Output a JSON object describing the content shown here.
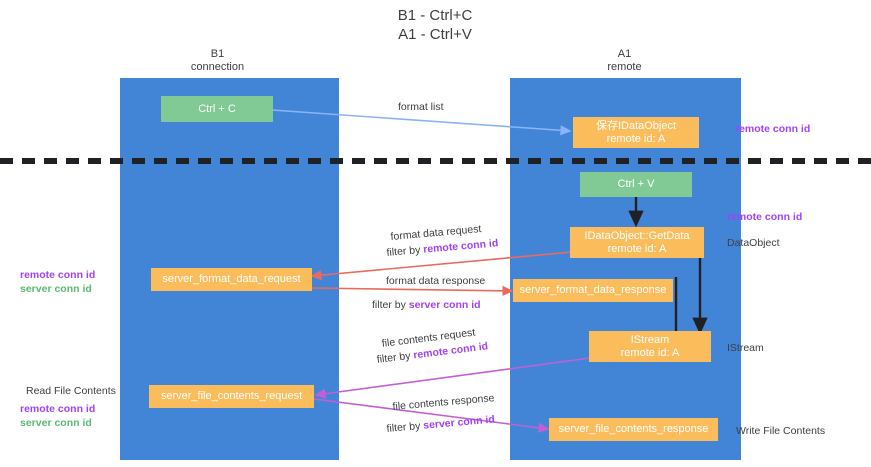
{
  "title": {
    "line1": "B1 - Ctrl+C",
    "line2": "A1 - Ctrl+V"
  },
  "lanes": [
    {
      "name": "B1",
      "sub": "connection",
      "color": "#4285d6"
    },
    {
      "name": "A1",
      "sub": "remote",
      "color": "#4285d6"
    }
  ],
  "boxes": {
    "ctrl_c": {
      "line1": "Ctrl + C",
      "color": "#81c995"
    },
    "save_idataobject": {
      "line1": "保存IDataObject",
      "line2": "remote id: A",
      "color": "#fbbc5c"
    },
    "ctrl_v": {
      "line1": "Ctrl + V",
      "color": "#81c995"
    },
    "getdata": {
      "line1": "IDataObject::GetData",
      "line2": "remote id: A",
      "color": "#fbbc5c"
    },
    "server_format_data_request": {
      "line1": "server_format_data_request",
      "color": "#fbbc5c"
    },
    "server_format_data_response": {
      "line1": "server_format_data_response",
      "color": "#fbbc5c"
    },
    "istream": {
      "line1": "IStream",
      "line2": "remote id: A",
      "color": "#fbbc5c"
    },
    "server_file_contents_request": {
      "line1": "server_file_contents_request",
      "color": "#fbbc5c"
    },
    "server_file_contents_response": {
      "line1": "server_file_contents_response",
      "color": "#fbbc5c"
    }
  },
  "edge_labels": {
    "format_list": "format list",
    "format_data_request": "format data request",
    "format_data_request_filter_pre": "filter by ",
    "format_data_request_filter_key": "remote conn id",
    "format_data_response": "format data response",
    "format_data_response_filter_pre": "filter by ",
    "format_data_response_filter_key": "server conn id",
    "file_contents_request": "file contents request",
    "file_contents_request_filter_pre": "filter by ",
    "file_contents_request_filter_key": "remote conn id",
    "file_contents_response": "file contents response",
    "file_contents_response_filter_pre": "filter by ",
    "file_contents_response_filter_key": "server conn id"
  },
  "annotations": {
    "right_remote_conn_id_top": "remote conn id",
    "right_remote_conn_id_mid": "remote conn id",
    "right_dataobject": "DataObject",
    "right_istream": "IStream",
    "right_write_file_contents": "Write File Contents",
    "left_read_file_contents": "Read File Contents",
    "left_remote_conn_id": "remote conn id",
    "left_server_conn_id": "server conn id",
    "left_remote_conn_id_2": "remote conn id",
    "left_server_conn_id_2": "server conn id"
  },
  "colors": {
    "lane_blue": "#4285d6",
    "box_green": "#81c995",
    "box_orange": "#fbbc5c",
    "purple": "#a142f4",
    "green_text": "#5bb974",
    "arrow_lightblue": "#8ab4f8",
    "arrow_red": "#ea6a5e",
    "arrow_magenta": "#c25fd6",
    "arrow_black": "#202124",
    "divider": "#202124",
    "background": "#ffffff"
  }
}
